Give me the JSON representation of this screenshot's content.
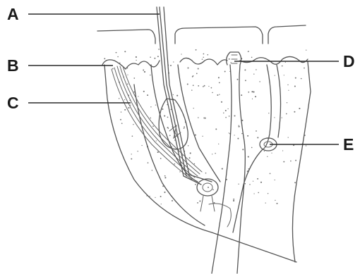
{
  "diagram": {
    "labels": [
      {
        "id": "A",
        "text": "A"
      },
      {
        "id": "B",
        "text": "B"
      },
      {
        "id": "C",
        "text": "C"
      },
      {
        "id": "D",
        "text": "D"
      },
      {
        "id": "E",
        "text": "E"
      }
    ]
  },
  "colors": {
    "ink": "#1a1a1a",
    "line": "#555555",
    "background": "#ffffff"
  }
}
